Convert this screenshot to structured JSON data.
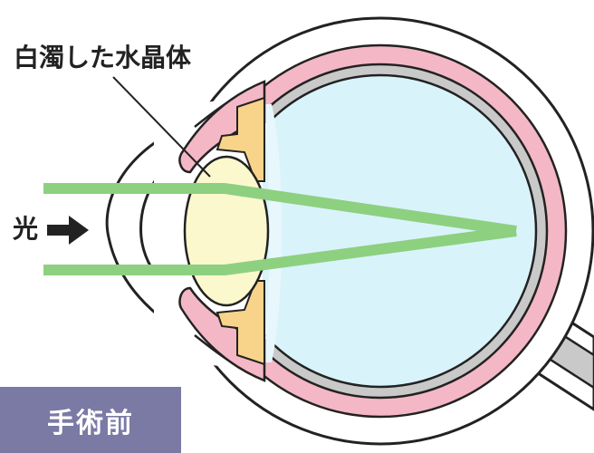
{
  "labels": {
    "cataract_lens": "白濁した水晶体",
    "light": "光",
    "caption": "手術前"
  },
  "colors": {
    "outline": "#222222",
    "sclera": "#ffffff",
    "choroid": "#f4b7c6",
    "retina": "#c9c9c9",
    "vitreous": "#d9f3fb",
    "lens": "#fbf8cd",
    "ciliary": "#f7d489",
    "light_ray": "#8dd07f",
    "caption_bg": "#7b7aa5"
  }
}
